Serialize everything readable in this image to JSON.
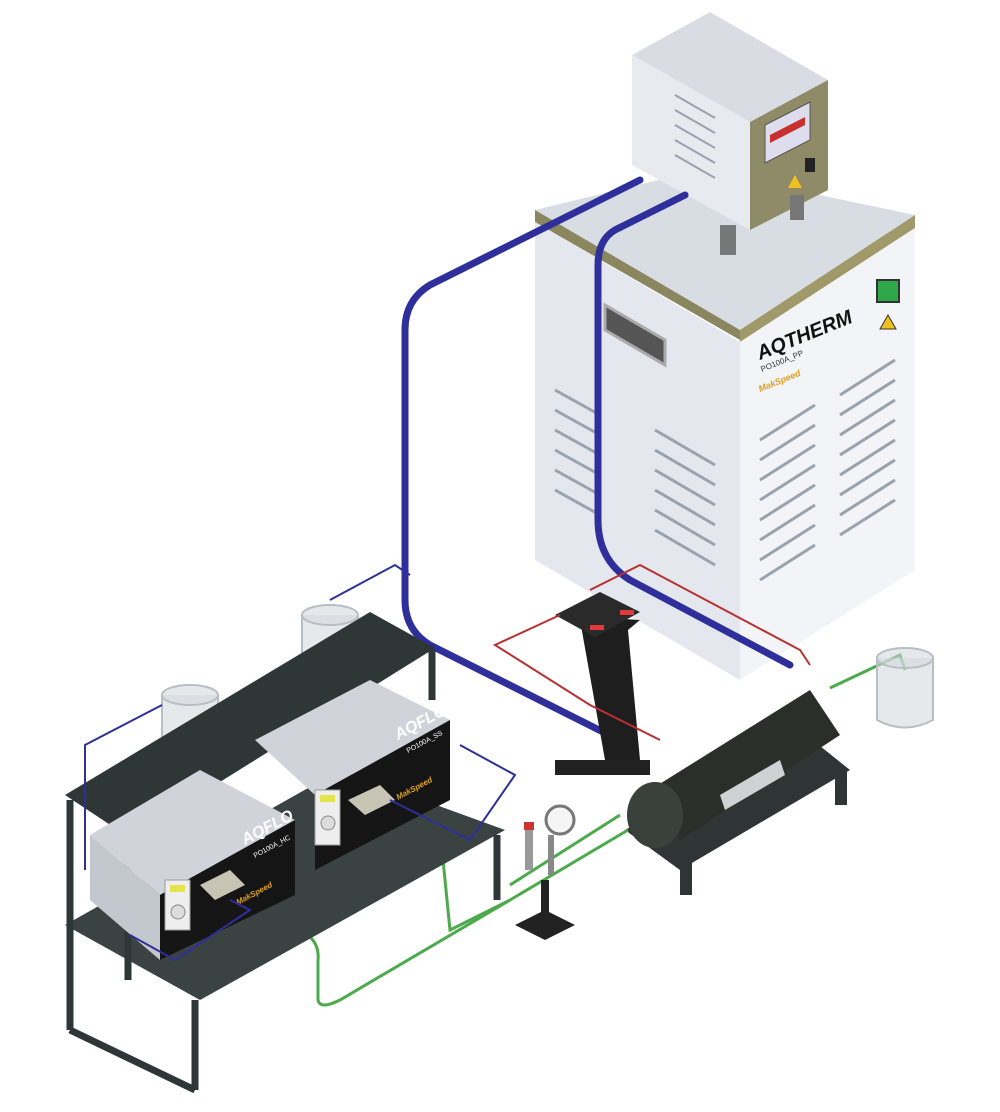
{
  "scene": {
    "thermostat": {
      "brand": "AQTHERM",
      "model": "PO100A_PP",
      "maker": "MakSpeed",
      "body_color": "#e4e8ee",
      "trim_color": "#8a8660"
    },
    "pump_left": {
      "brand": "AQFLO",
      "model": "PO100A_HC",
      "maker": "MakSpeed"
    },
    "pump_right": {
      "brand": "AQFLO",
      "model": "PO100A_SS",
      "maker": "MakSpeed"
    },
    "colors": {
      "coolant_tube": "#2e2f9a",
      "fluid_tube": "#4caa4c",
      "wire": "#b83030",
      "bench": "#2f3636",
      "heater": "#2a2f2a",
      "maker_accent": "#e0a020"
    }
  }
}
